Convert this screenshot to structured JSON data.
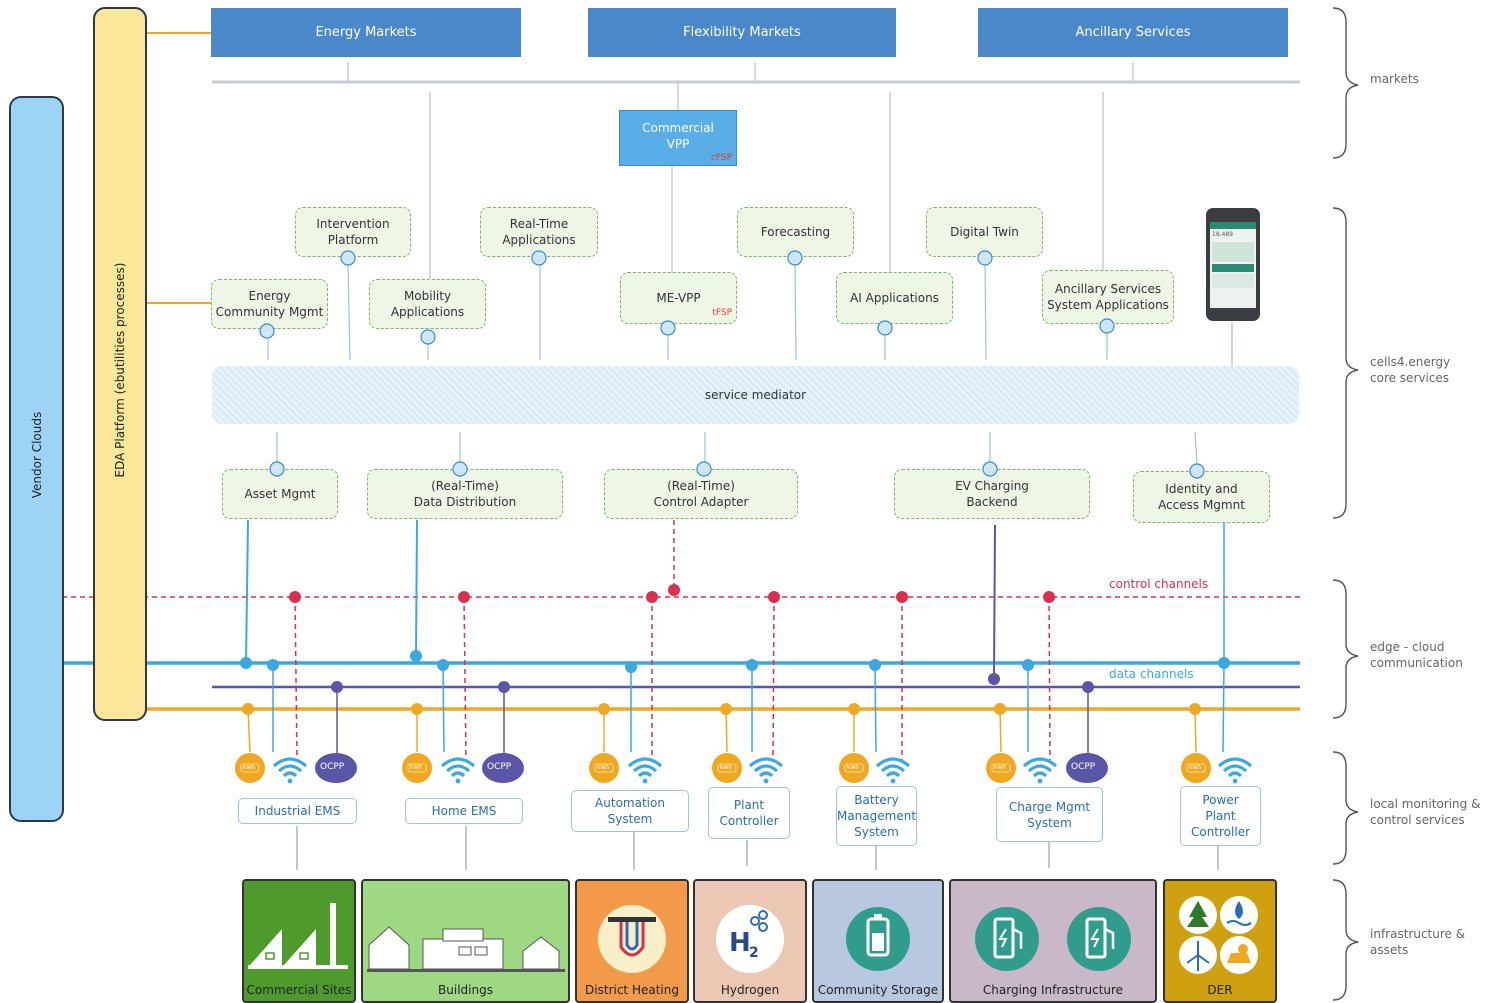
{
  "markets": [
    "Energy Markets",
    "Flexibility Markets",
    "Ancillary Services"
  ],
  "vendor_clouds": "Vendor Clouds",
  "eda_platform": "EDA Platform (ebutilities processes)",
  "commercial_vpp": {
    "label": "Commercial\nVPP",
    "tag": "cFSP"
  },
  "me_vpp": {
    "label": "ME-VPP",
    "tag": "tFSP"
  },
  "core_services": [
    "Intervention\nPlatform",
    "Real-Time\nApplications",
    "Forecasting",
    "Digital Twin",
    "Energy\nCommunity Mgmt",
    "Mobility\nApplications",
    "AI Applications",
    "Ancillary Services\nSystem Applications"
  ],
  "service_mediator": "service mediator",
  "lower_services": [
    "Asset Mgmt",
    "(Real-Time)\nData Distribution",
    "(Real-Time)\nControl Adapter",
    "EV Charging\nBackend",
    "Identity and\nAccess Mgmnt"
  ],
  "channels": {
    "control": "control channels",
    "data": "data channels"
  },
  "ocpp_label": "OCPP",
  "meter_label": "kwh",
  "local_services": [
    "Industrial EMS",
    "Home EMS",
    "Automation\nSystem",
    "Plant\nController",
    "Battery\nManagement\nSystem",
    "Charge Mgmt\nSystem",
    "Power\nPlant\nController"
  ],
  "assets": [
    "Commercial Sites",
    "Buildings",
    "District Heating",
    "Hydrogen",
    "Community Storage",
    "Charging Infrastructure",
    "DER"
  ],
  "layers": [
    "markets",
    "cells4.energy\ncore services",
    "edge - cloud\ncommunication",
    "local monitoring &\ncontrol services",
    "infrastructure &\nassets"
  ],
  "phone": {
    "value": "18.489"
  },
  "colors": {
    "market_blue": "#4a88c9",
    "vendor_blue": "#9dd3f7",
    "eda_yellow": "#fbe79a",
    "control": "#d9304f",
    "data": "#39a9e0",
    "purple": "#5b55a8",
    "orange": "#f0a820"
  }
}
